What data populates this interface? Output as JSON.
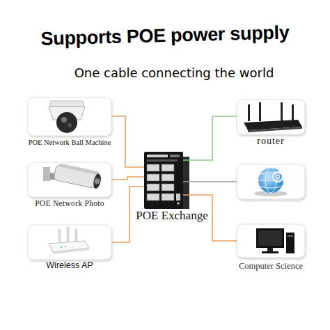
{
  "diagram": {
    "title": "Supports POE power supply",
    "nodes": [
      {
        "text": [
          "POE Network Ball Machine"
        ]
      },
      {
        "text": [
          "POE Network Photo"
        ]
      },
      {
        "text": [
          "Wireless AP"
        ]
      },
      {
        "text": [
          "POE Exchange"
        ]
      },
      {
        "text": [
          "router"
        ]
      },
      {
        "text": [
          "Computer Science"
        ]
      }
    ],
    "edges": [
      {
        "from": 0,
        "to": 3,
        "arrow": "none"
      },
      {
        "from": 1,
        "to": 3,
        "arrow": "none"
      },
      {
        "from": 2,
        "to": 3,
        "arrow": "none"
      },
      {
        "from": 3,
        "to": 4,
        "arrow": "none"
      },
      {
        "from": 3,
        "to": 5,
        "arrow": "none"
      }
    ],
    "labels": [
      "One cable connecting the world"
    ]
  }
}
